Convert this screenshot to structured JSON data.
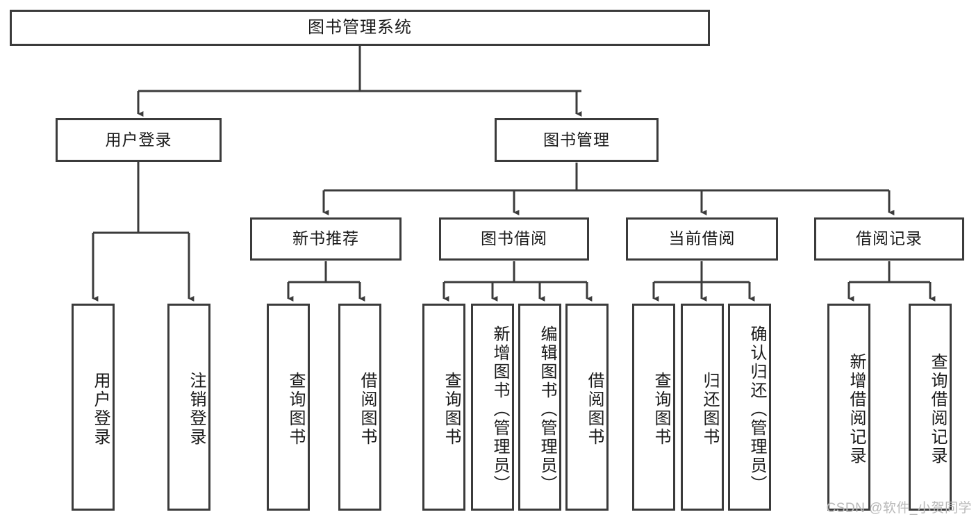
{
  "diagram": {
    "title_text": "图书管理系统",
    "watermark": "CSDN @软件_小贺同学",
    "colors": {
      "box_border": "#3b3b3b",
      "line": "#3b3b3b",
      "background": "#ffffff",
      "text": "#1a1a1a",
      "watermark": "#b9b9b9"
    },
    "nodes": {
      "root": {
        "label": "图书管理系统"
      },
      "level1": [
        {
          "label": "用户登录"
        },
        {
          "label": "图书管理"
        }
      ],
      "level2": [
        {
          "label": "新书推荐"
        },
        {
          "label": "图书借阅"
        },
        {
          "label": "当前借阅"
        },
        {
          "label": "借阅记录"
        }
      ],
      "leaves": {
        "user_login": [
          {
            "label": "用户登录"
          },
          {
            "label": "注销登录"
          }
        ],
        "new_book_recommend": [
          {
            "label": "查询图书"
          },
          {
            "label": "借阅图书"
          }
        ],
        "book_borrow": [
          {
            "label": "查询图书"
          },
          {
            "label": "新增图书（管理员）"
          },
          {
            "label": "编辑图书（管理员）"
          },
          {
            "label": "借阅图书"
          }
        ],
        "current_borrow": [
          {
            "label": "查询图书"
          },
          {
            "label": "归还图书"
          },
          {
            "label": "确认归还（管理员）"
          }
        ],
        "borrow_record": [
          {
            "label": "新增借阅记录"
          },
          {
            "label": "查询借阅记录"
          }
        ]
      }
    }
  }
}
